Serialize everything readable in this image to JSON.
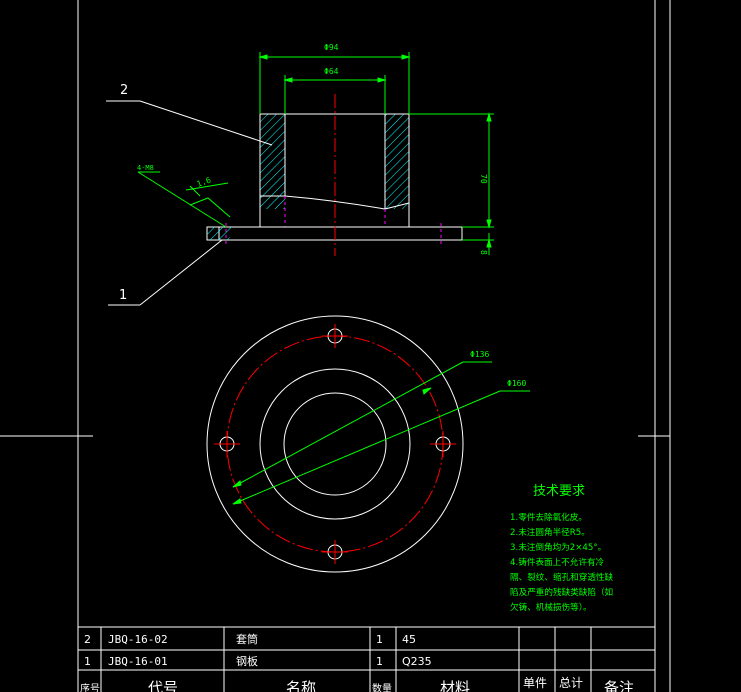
{
  "colors": {
    "background": "#000000",
    "outline": "#ffffff",
    "dimension": "#00ff00",
    "center": "#ff0000",
    "hidden": "#ff00ff",
    "hatch": "#00ffff"
  },
  "labels": {
    "part2": "2",
    "part1": "1",
    "dim_outer_top": "Φ94",
    "dim_inner_top": "Φ64",
    "dim_height": "70",
    "dim_plate": "8",
    "weld": "4-M8",
    "surface": "1.6",
    "dim_pcd": "Φ136",
    "dim_plate_dia": "Φ160"
  },
  "tech": {
    "title": "技术要求",
    "lines": [
      "1.零件去除氧化皮。",
      "2.未注圆角半径R5。",
      "3.未注倒角均为2×45°。",
      "4.铸件表面上不允许有冷",
      "隔、裂纹、缩孔和穿透性缺",
      "陷及严重的残缺类缺陷（如",
      "欠铸、机械损伤等）。"
    ]
  },
  "bom": {
    "rows": [
      {
        "no": "2",
        "code": "JBQ-16-02",
        "name": "套筒",
        "qty": "1",
        "material": "45"
      },
      {
        "no": "1",
        "code": "JBQ-16-01",
        "name": "钢板",
        "qty": "1",
        "material": "Q235"
      }
    ],
    "header": {
      "no": "序号",
      "code": "代号",
      "name": "名称",
      "qty": "数量",
      "material": "材料",
      "unit": "单件",
      "total": "总计",
      "remark": "备注"
    }
  }
}
